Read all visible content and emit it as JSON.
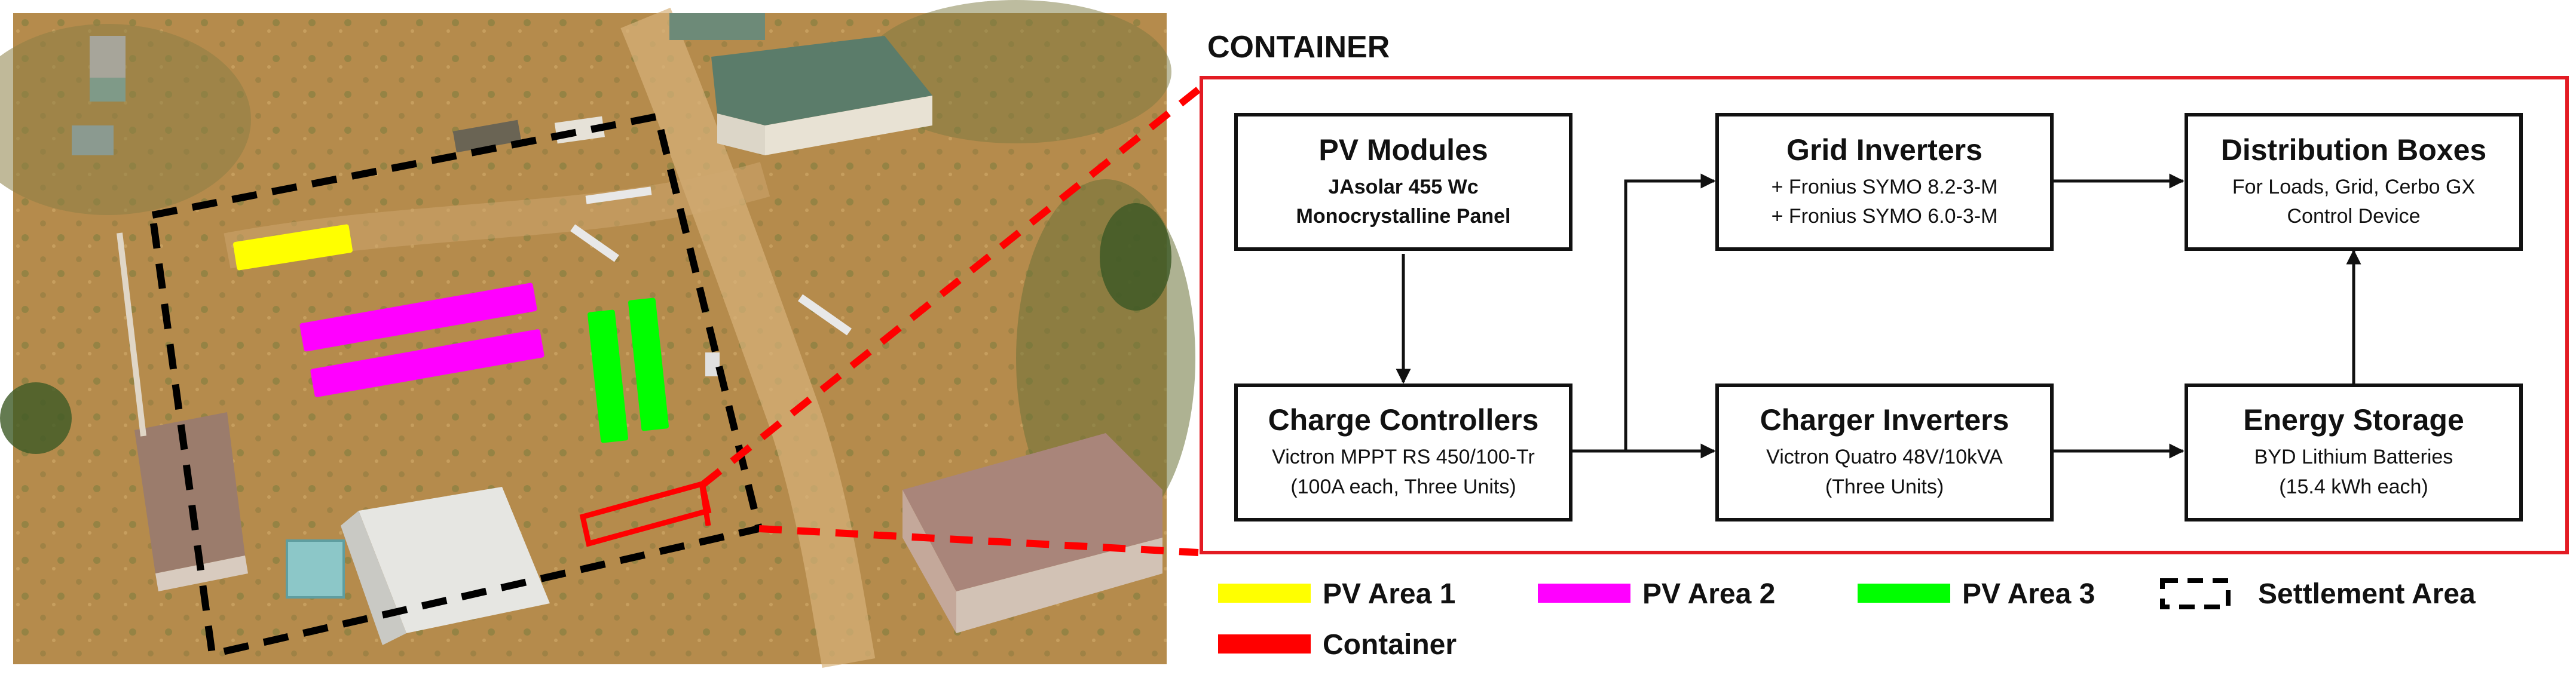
{
  "container_title": "CONTAINER",
  "blocks": {
    "pv_modules": {
      "title": "PV Modules",
      "lines": [
        "JAsolar 455 Wc",
        "Monocrystalline Panel"
      ]
    },
    "grid_inverters": {
      "title": "Grid Inverters",
      "lines": [
        "+ Fronius SYMO 8.2-3-M",
        "+ Fronius SYMO 6.0-3-M"
      ]
    },
    "distribution_boxes": {
      "title": "Distribution Boxes",
      "lines": [
        "For Loads, Grid, Cerbo GX",
        "Control Device"
      ]
    },
    "charge_controllers": {
      "title": "Charge Controllers",
      "lines": [
        "Victron MPPT RS 450/100-Tr",
        "(100A each, Three Units)"
      ]
    },
    "charger_inverters": {
      "title": "Charger Inverters",
      "lines": [
        "Victron Quatro 48V/10kVA",
        "(Three Units)"
      ]
    },
    "energy_storage": {
      "title": "Energy Storage",
      "lines": [
        "BYD Lithium Batteries",
        "(15.4 kWh each)"
      ]
    }
  },
  "legend": {
    "pv_area_1": "PV Area 1",
    "pv_area_2": "PV Area 2",
    "pv_area_3": "PV Area 3",
    "settlement_area": "Settlement Area",
    "container": "Container"
  },
  "colors": {
    "pv_area_1": "#ffff00",
    "pv_area_2": "#ff00ff",
    "pv_area_3": "#00ff00",
    "container": "#ff0000",
    "settlement_area": "#000000",
    "container_frame": "#e31b23"
  }
}
